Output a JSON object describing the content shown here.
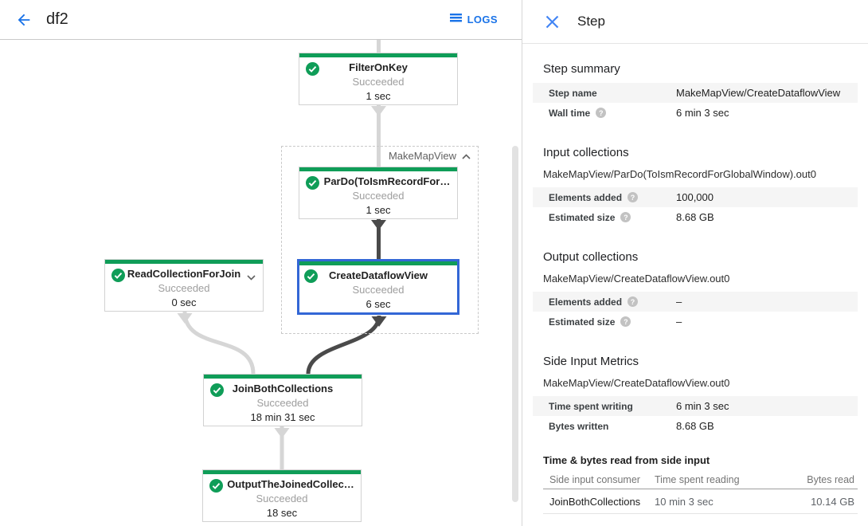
{
  "header": {
    "title": "df2",
    "logs_label": "LOGS"
  },
  "panel": {
    "title": "Step",
    "step_summary": {
      "heading": "Step summary",
      "rows": [
        {
          "label": "Step name",
          "value": "MakeMapView/CreateDataflowView"
        },
        {
          "label": "Wall time",
          "value": "6 min 3 sec"
        }
      ]
    },
    "input_collections": {
      "heading": "Input collections",
      "collection": "MakeMapView/ParDo(ToIsmRecordForGlobalWindow).out0",
      "rows": [
        {
          "label": "Elements added",
          "value": "100,000"
        },
        {
          "label": "Estimated size",
          "value": "8.68 GB"
        }
      ]
    },
    "output_collections": {
      "heading": "Output collections",
      "collection": "MakeMapView/CreateDataflowView.out0",
      "rows": [
        {
          "label": "Elements added",
          "value": "–"
        },
        {
          "label": "Estimated size",
          "value": "–"
        }
      ]
    },
    "side_input_metrics": {
      "heading": "Side Input Metrics",
      "collection": "MakeMapView/CreateDataflowView.out0",
      "rows": [
        {
          "label": "Time spent writing",
          "value": "6 min 3 sec"
        },
        {
          "label": "Bytes written",
          "value": "8.68 GB"
        }
      ],
      "table": {
        "heading": "Time & bytes read from side input",
        "columns": [
          "Side input consumer",
          "Time spent reading",
          "Bytes read"
        ],
        "row": {
          "consumer": "JoinBothCollections",
          "time": "10 min 3 sec",
          "bytes": "10.14 GB"
        }
      }
    }
  },
  "graph": {
    "group_label": "MakeMapView",
    "nodes": [
      {
        "name": "FilterOnKey",
        "status": "Succeeded",
        "time": "1 sec"
      },
      {
        "name": "ParDo(ToIsmRecordFor…",
        "status": "Succeeded",
        "time": "1 sec"
      },
      {
        "name": "CreateDataflowView",
        "status": "Succeeded",
        "time": "6 sec"
      },
      {
        "name": "ReadCollectionForJoin",
        "status": "Succeeded",
        "time": "0 sec"
      },
      {
        "name": "JoinBothCollections",
        "status": "Succeeded",
        "time": "18 min 31 sec"
      },
      {
        "name": "OutputTheJoinedCollec…",
        "status": "Succeeded",
        "time": "18 sec"
      }
    ],
    "colors": {
      "succeeded_green": "#0f9d58",
      "selected_blue": "#3367d6",
      "edge_light": "#d6d6d6",
      "edge_dark": "#4a4a4a",
      "accent_blue": "#1a73e8"
    }
  }
}
